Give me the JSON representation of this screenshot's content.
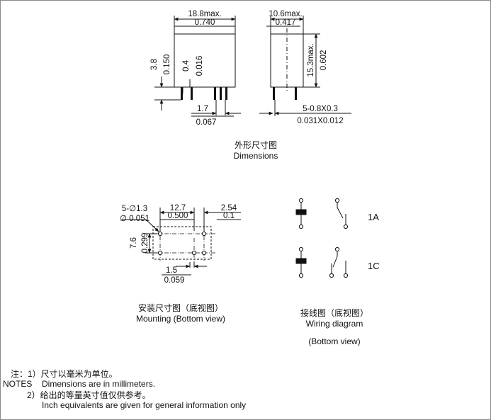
{
  "dimensions_view": {
    "caption_cn": "外形尺寸图",
    "caption_en": "Dimensions",
    "width_mm": "18.8max.",
    "width_in": "0.740",
    "depth_mm": "10.6max.",
    "depth_in": "0.417",
    "height_mm": "15.3max.",
    "height_in": "0.602",
    "pin_len_mm": "3.8",
    "pin_len_in": "0.150",
    "pin_thk_mm": "0.4",
    "pin_thk_in": "0.016",
    "offset_mm": "1.7",
    "offset_in": "0.067",
    "pin_size_mm": "5-0.8X0.3",
    "pin_size_in": "0.031X0.012"
  },
  "mounting_view": {
    "caption_cn": "安装尺寸图（底视图）",
    "caption_en": "Mounting (Bottom view)",
    "hole_mm": "5-∅1.3",
    "hole_in": "∅ 0.051",
    "pitch_mm": "12.7",
    "pitch_in": "0.500",
    "edge_mm": "2.54",
    "edge_in": "0.1",
    "row_mm": "7.6",
    "row_in": "0.299",
    "gap_mm": "1.5",
    "gap_in": "0.059"
  },
  "wiring_view": {
    "caption_cn": "接线图（底视图）",
    "caption_en": "Wiring diagram",
    "caption_sub": "(Bottom view)",
    "label_1a": "1A",
    "label_1c": "1C"
  },
  "notes": {
    "line1_cn": "注：1）尺寸以毫米为单位。",
    "notes_label": "NOTES",
    "line1_en": "Dimensions are in millimeters.",
    "line2_cn": "2）给出的等量英寸值仅供参考。",
    "line2_en": "Inch equivalents are given for general information only"
  }
}
